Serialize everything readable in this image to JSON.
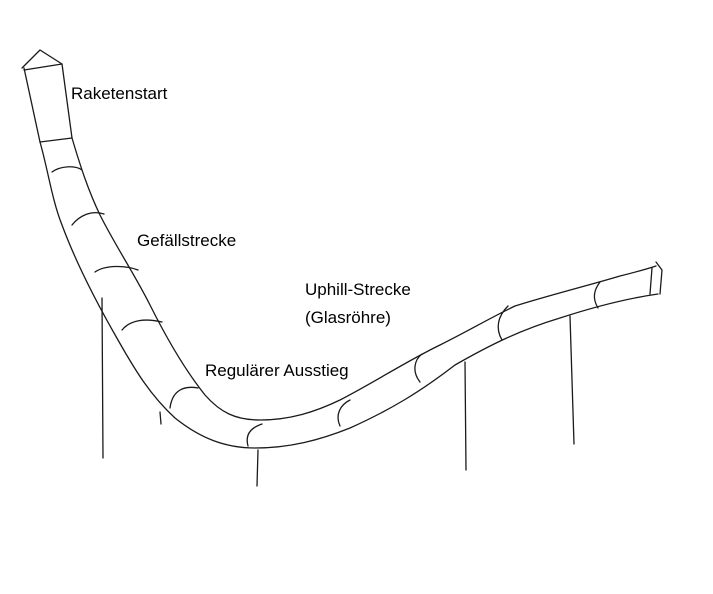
{
  "labels": {
    "rocket_start": "Raketenstart",
    "downhill": "Gefällstrecke",
    "uphill": "Uphill-Strecke",
    "uphill_sub": "(Glasröhre)",
    "exit": "Regulärer Ausstieg"
  },
  "colors": {
    "stroke": "#1a1a1a",
    "background": "#ffffff"
  }
}
